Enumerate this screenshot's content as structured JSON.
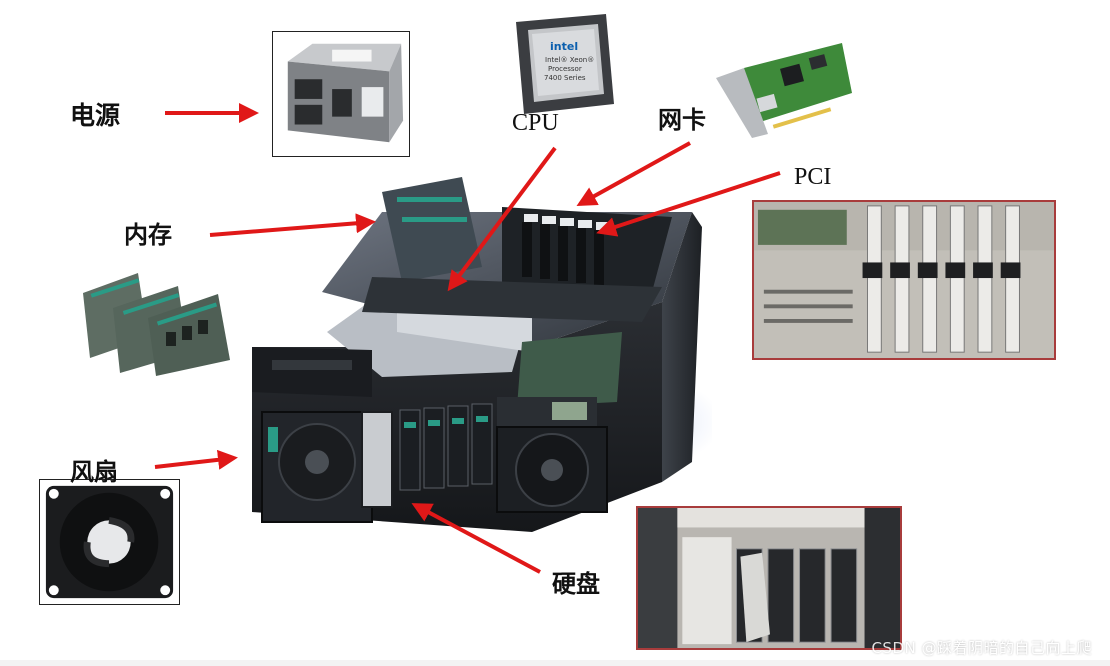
{
  "labels": {
    "power": "电源",
    "memory": "内存",
    "fan": "风扇",
    "cpu": "CPU",
    "nic": "网卡",
    "pci": "PCI",
    "hdd": "硬盘"
  },
  "cpu_chip_text": {
    "brand": "intel",
    "line1": "Intel® Xeon®",
    "line2": "Processor",
    "line3": "7400 Series"
  },
  "watermark": "CSDN @踩着阴暗的自己向上爬",
  "colors": {
    "arrow": "#e01818",
    "frame_red": "#a83c3c",
    "frame_dark": "#222222"
  }
}
